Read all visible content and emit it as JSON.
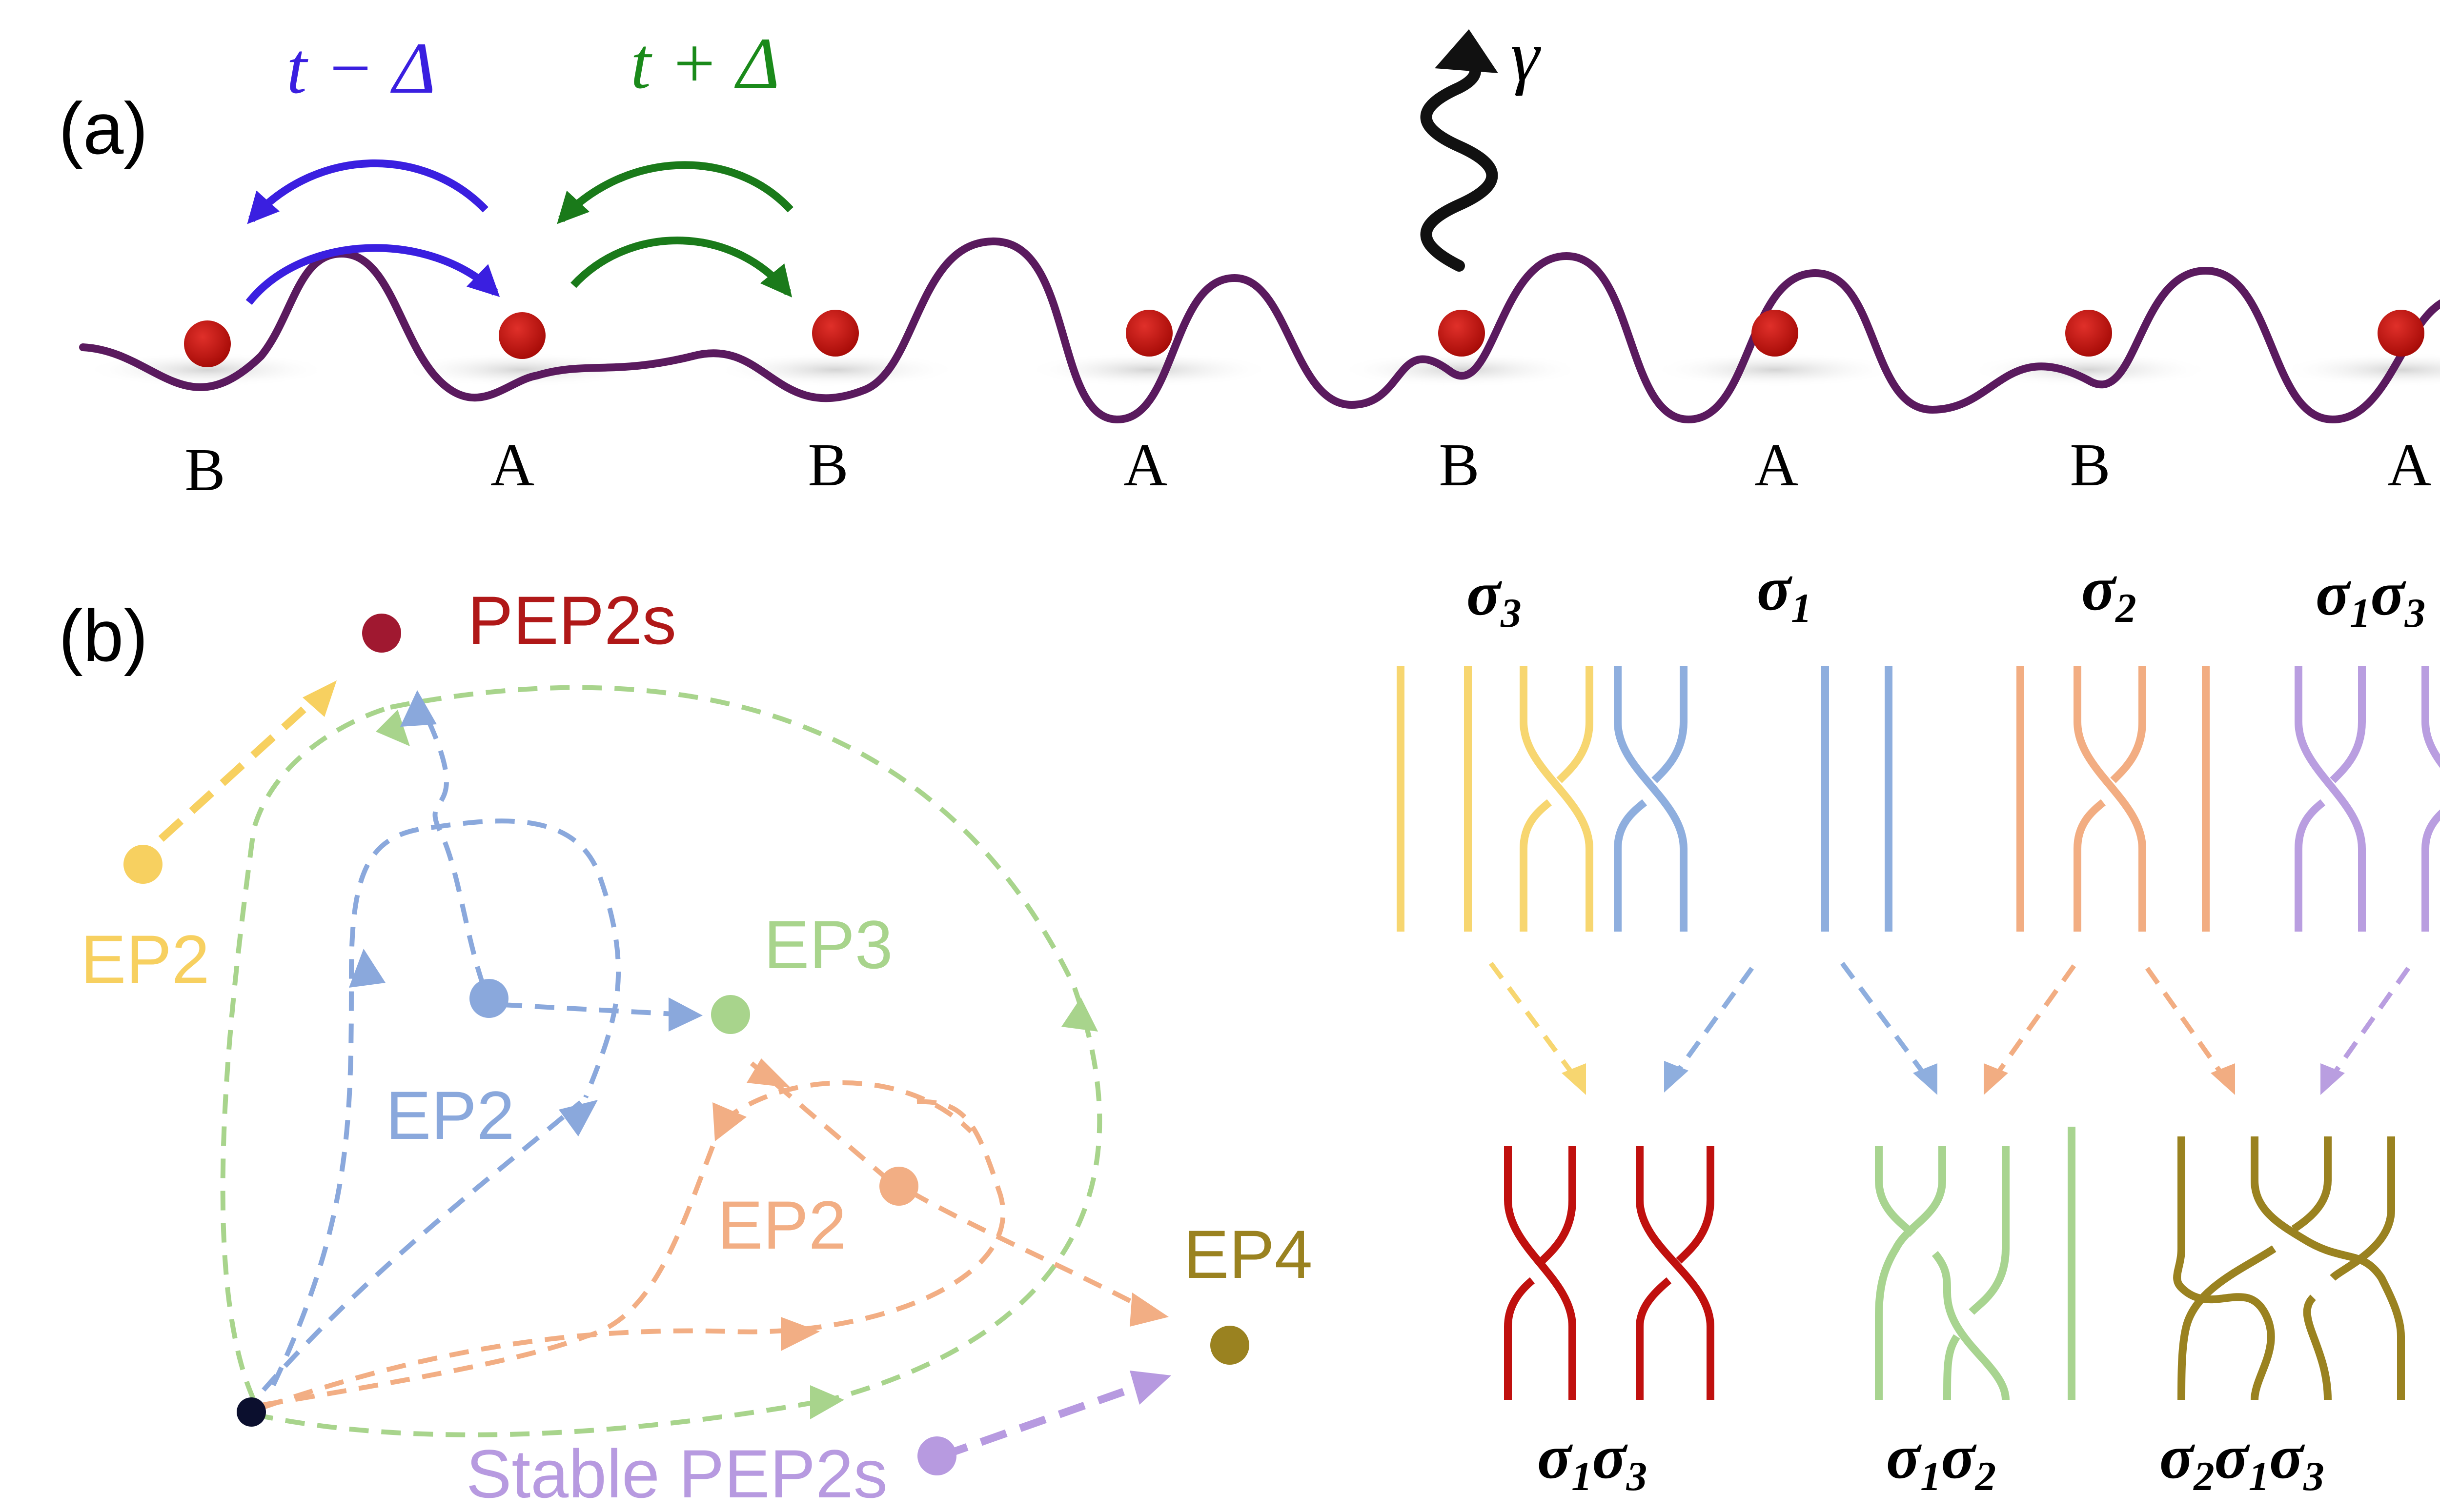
{
  "panel_a": {
    "label": "(a)",
    "hop_left": "t − Δ",
    "hop_right": "t + Δ",
    "gamma": "γ",
    "sites": [
      "B",
      "A",
      "B",
      "A",
      "B",
      "A",
      "B",
      "A"
    ],
    "colors": {
      "hop_left": "#3a1fe0",
      "hop_right": "#1a8a1a",
      "chain": "#5a1a5e",
      "atom": "#b80f0a"
    }
  },
  "panel_b": {
    "label": "(b)",
    "nodes": {
      "pep2s": "PEP2s",
      "ep2_yellow": "EP2",
      "ep3": "EP3",
      "ep2_blue": "EP2",
      "ep2_orange": "EP2",
      "ep4": "EP4",
      "stable": "Stable PEP2s"
    },
    "colors": {
      "pep2s": "#a01830",
      "yellow": "#f7d060",
      "green": "#a8d48c",
      "blue": "#8aa8dc",
      "orange": "#f2ae84",
      "olive": "#9a8220",
      "purple": "#b79ae0"
    }
  },
  "braids": {
    "top": [
      {
        "main": "σ",
        "subs": [
          "3"
        ]
      },
      {
        "main": "σ",
        "subs": [
          "1"
        ]
      },
      {
        "main": "σ",
        "subs": [
          "2"
        ]
      },
      {
        "main": "σ",
        "subs": [
          "1",
          "3"
        ]
      }
    ],
    "bottom": [
      {
        "main": "σ",
        "subs": [
          "1",
          "3"
        ]
      },
      {
        "main": "σ",
        "subs": [
          "1",
          "2"
        ]
      },
      {
        "main": "σ",
        "subs": [
          "2",
          "1",
          "3"
        ]
      }
    ],
    "colors": {
      "s3": "#f7d670",
      "s1": "#8eaede",
      "s2": "#f2ad82",
      "s13": "#b99ee0",
      "r13": "#c0100e",
      "r12": "#a8d490",
      "r213": "#9a8220"
    }
  }
}
